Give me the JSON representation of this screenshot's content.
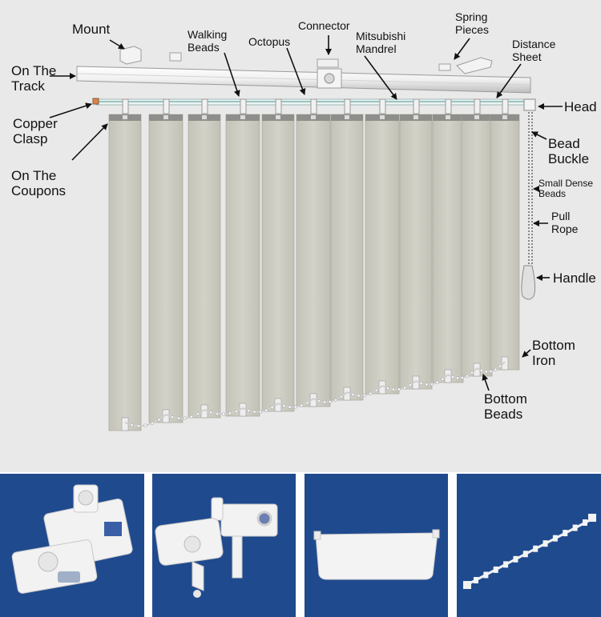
{
  "colors": {
    "background": "#e9e9e9",
    "slat": "#cdccc2",
    "slat_shadow": "#b9b8ae",
    "thumbnail_background": "#1f4a8e",
    "part_white": "#f2f2f2"
  },
  "labels": {
    "mount": "Mount",
    "walking_beads": [
      "Walking",
      "Beads"
    ],
    "octopus": "Octopus",
    "connector": "Connector",
    "mitsubishi_mandrel": [
      "Mitsubishi",
      "Mandrel"
    ],
    "spring_pieces": [
      "Spring",
      "Pieces"
    ],
    "distance_sheet": [
      "Distance",
      "Sheet"
    ],
    "on_the_track": [
      "On The",
      "Track"
    ],
    "head": "Head",
    "copper_clasp": [
      "Copper",
      "Clasp"
    ],
    "bead_buckle": [
      "Bead",
      "Buckle"
    ],
    "on_the_coupons": [
      "On The",
      "Coupons"
    ],
    "small_dense_beads": [
      "Small Dense",
      "Beads"
    ],
    "pull_rope": [
      "Pull",
      "Rope"
    ],
    "handle": "Handle",
    "bottom_iron": [
      "Bottom",
      "Iron"
    ],
    "bottom_beads": [
      "Bottom",
      "Beads"
    ]
  },
  "thumbnails": [
    {
      "icon": "carrier-parts-icon"
    },
    {
      "icon": "hanger-clip-parts-icon"
    },
    {
      "icon": "bottom-weight-plate-icon"
    },
    {
      "icon": "bottom-bead-chain-icon"
    }
  ]
}
